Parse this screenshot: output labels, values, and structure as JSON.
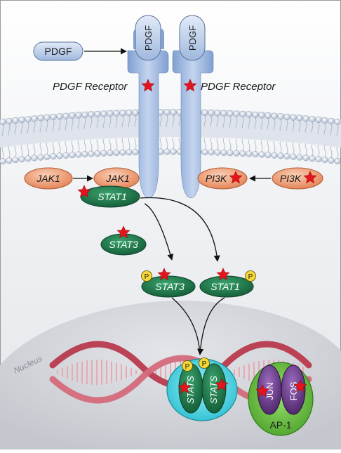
{
  "ligand": {
    "label": "PDGF"
  },
  "receptor": {
    "label": "PDGF Receptor",
    "domain_label": "PDGF"
  },
  "kinases": {
    "jak1": "JAK1",
    "pi3k": "PI3K"
  },
  "stat": {
    "stat1": "STAT1",
    "stat3": "STAT3",
    "stats": "STATS"
  },
  "phospho": "P",
  "nucleus": {
    "label": "Nucleus"
  },
  "ap1": {
    "label": "AP-1",
    "jun": "JUN",
    "fos": "FOS"
  },
  "colors": {
    "membrane_head": "#bcc9db",
    "receptor_blue": "#9fb8de",
    "stat_green": "#1f7a4d",
    "jak_orange": "#f1a17a",
    "phospho_yellow": "#f6d733",
    "star_red": "#e4151c",
    "dna_red": "#b83a4d",
    "nucleus_gray": "#cfd2d8",
    "ap1_green": "#6cc247",
    "ap1_purple": "#6a3d8e",
    "stats_cyan": "#4fd1e0"
  }
}
